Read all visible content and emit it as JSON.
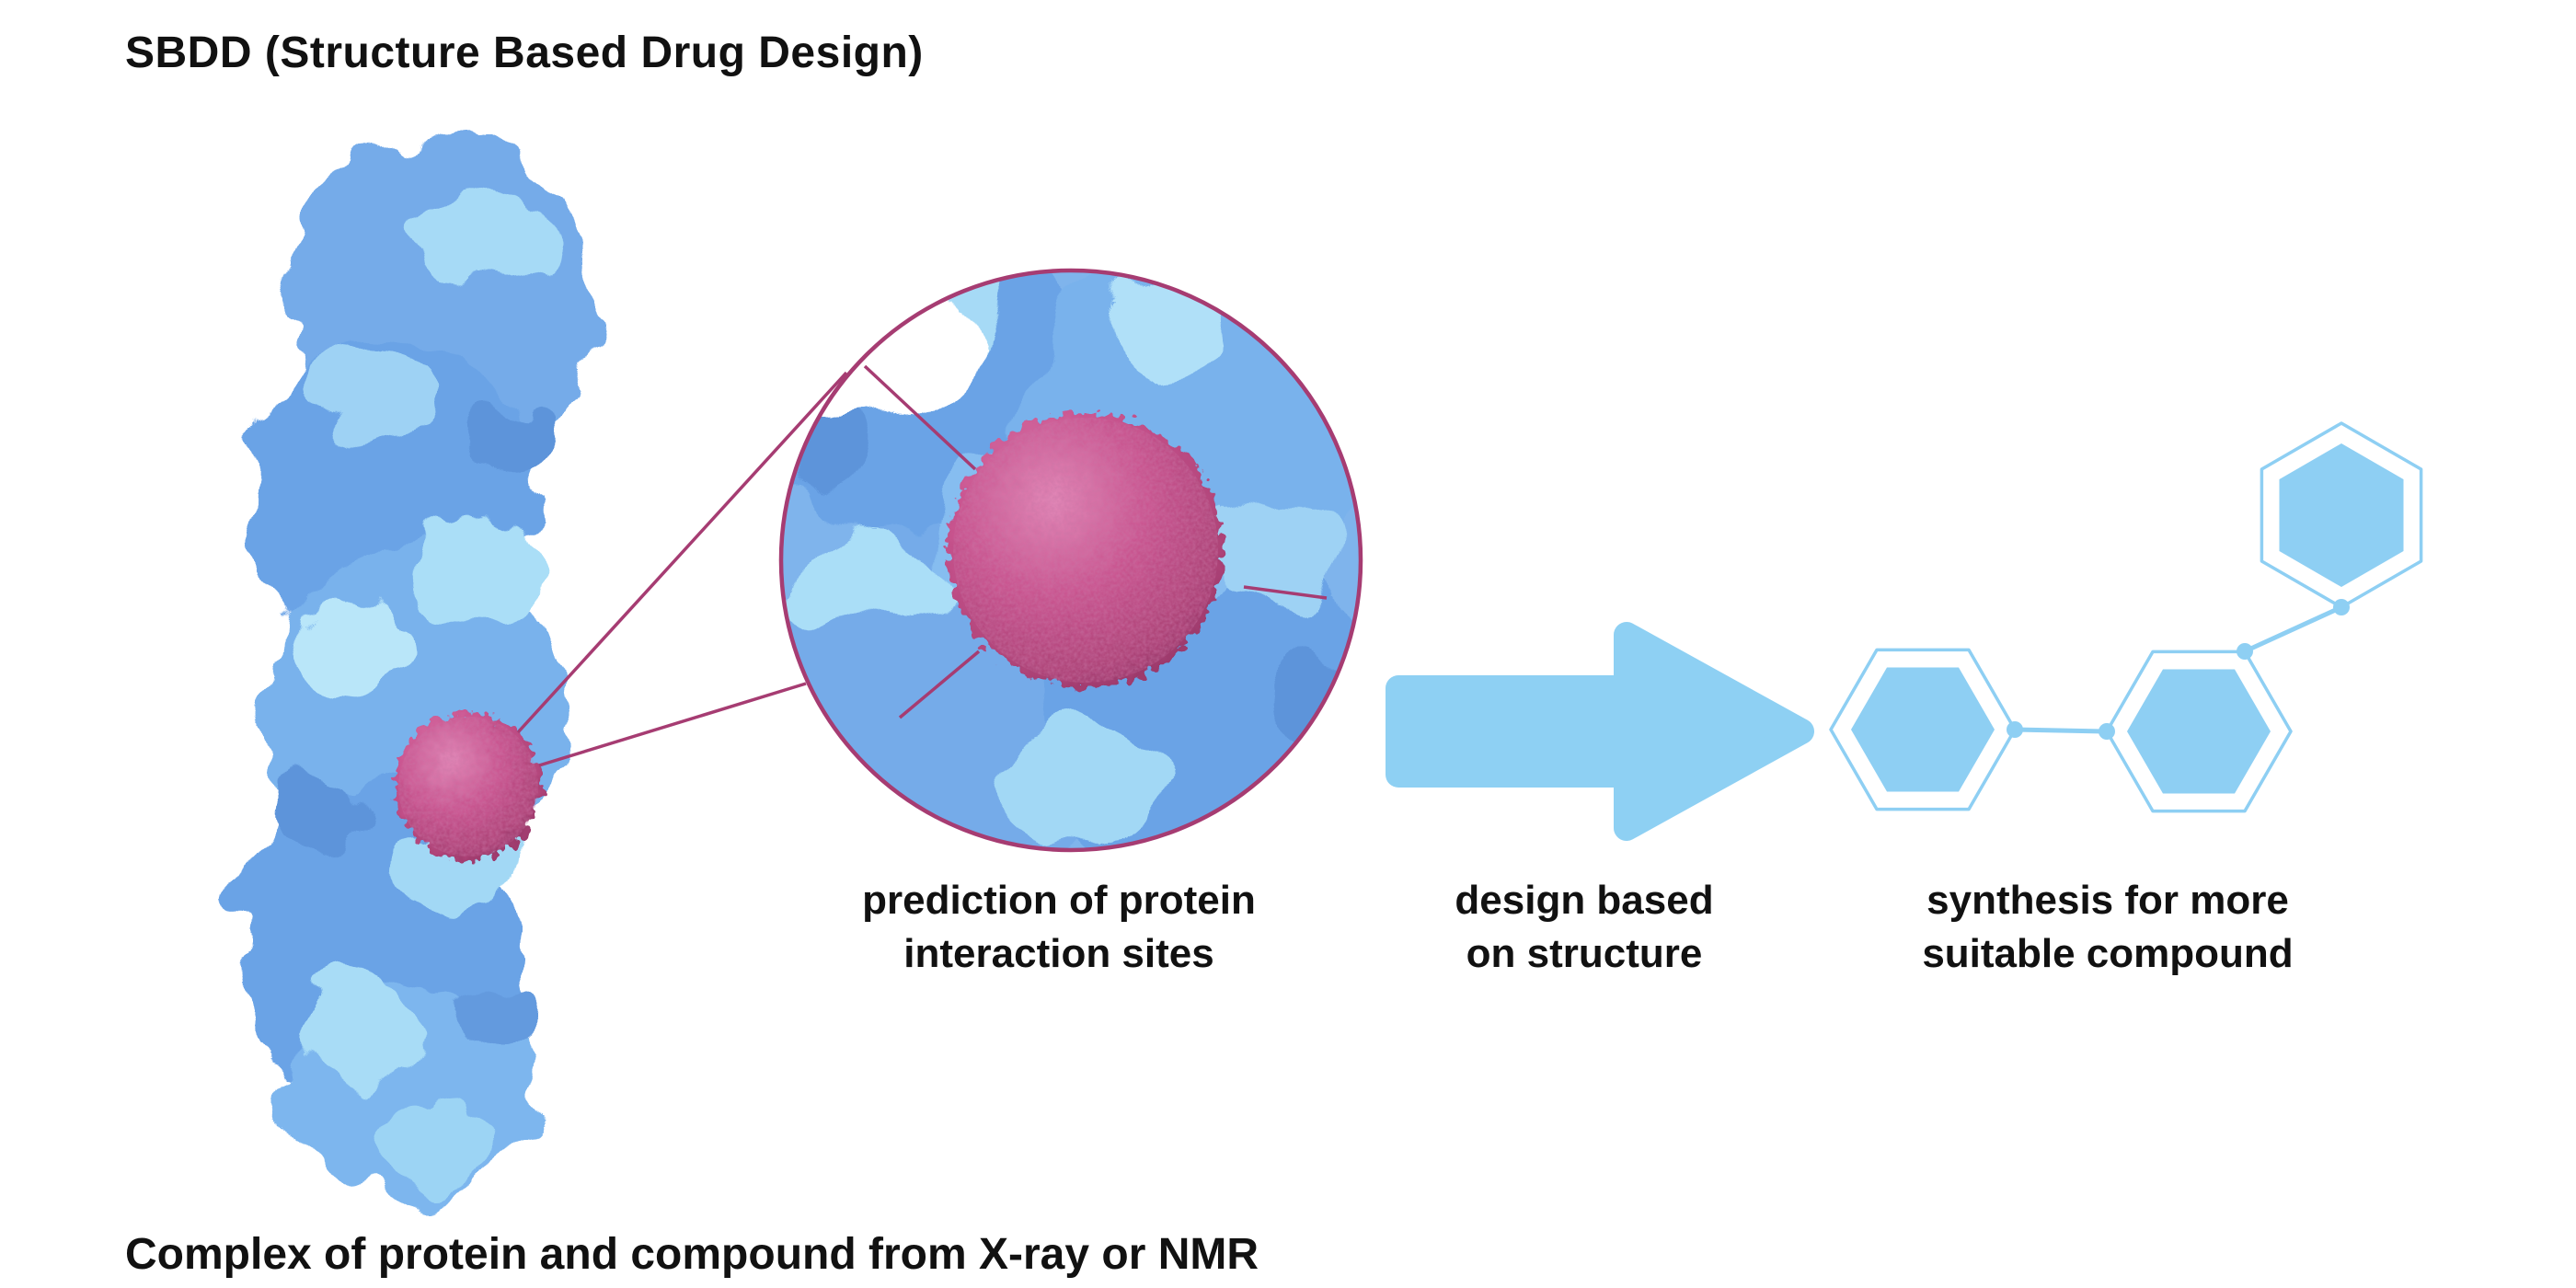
{
  "title": "SBDD (Structure Based Drug Design)",
  "footer": "Complex of protein and compound from X-ray or NMR",
  "steps": [
    {
      "id": "prediction",
      "lines": [
        "prediction of protein",
        "interaction sites"
      ]
    },
    {
      "id": "design",
      "lines": [
        "design based",
        "on structure"
      ]
    },
    {
      "id": "synthesis",
      "lines": [
        "synthesis for more",
        "suitable compound"
      ]
    }
  ],
  "icons": {
    "protein": "protein-structure-3d",
    "compound_small": "compound-sphere",
    "lens": "magnified-interaction-site-circle",
    "compound_zoomed": "compound-sphere-zoomed",
    "arrow": "right-arrow",
    "molecule": "hexagon-ring-molecule"
  },
  "colors": {
    "text": "#111111",
    "background": "#ffffff",
    "protein_blue": "#74abe9",
    "protein_light": "#a6daf6",
    "compound_pink": "#c2538c",
    "lens_stroke": "#a63c72",
    "arrow_blue": "#8ed0f3",
    "molecule_blue": "#8ecff3"
  }
}
